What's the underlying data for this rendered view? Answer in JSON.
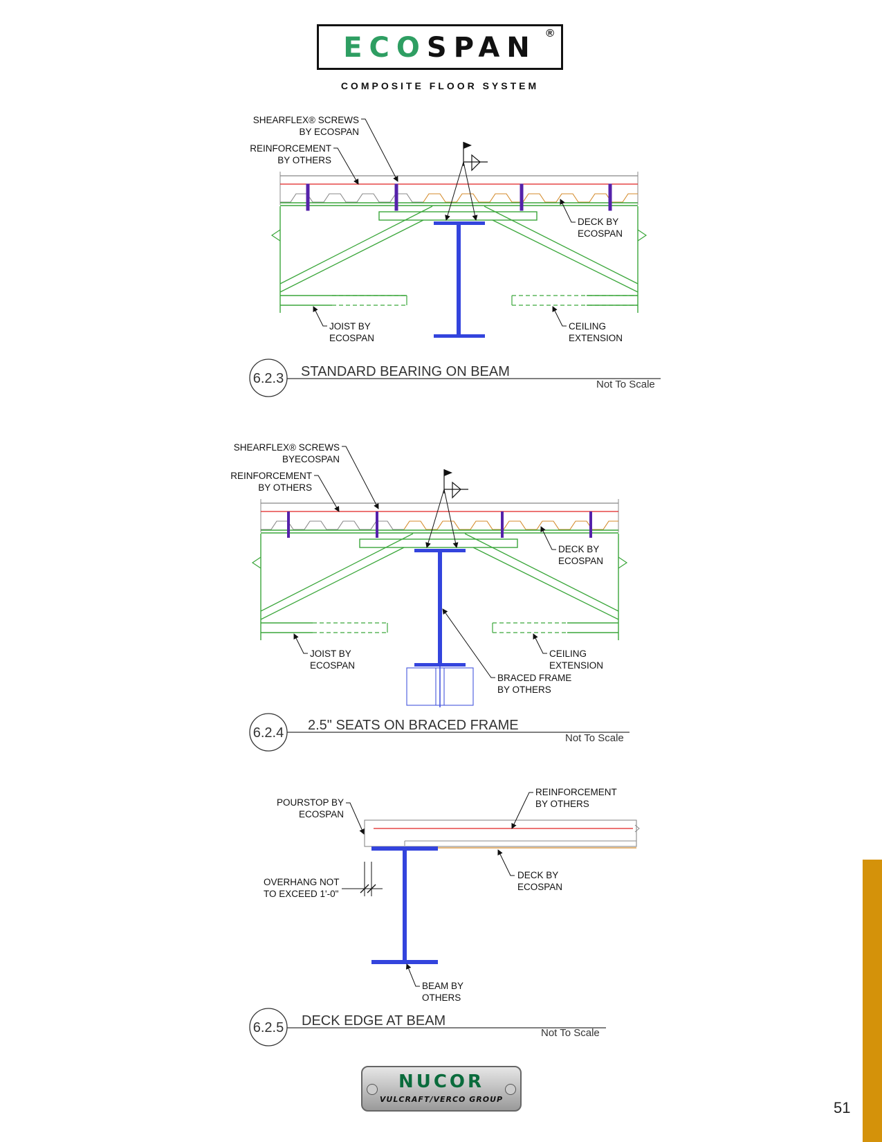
{
  "header": {
    "logo_eco": "ECO",
    "logo_span": "SPAN",
    "logo_reg": "®",
    "subtitle": "COMPOSITE FLOOR SYSTEM"
  },
  "details": [
    {
      "number": "6.2.3",
      "title": "STANDARD BEARING ON BEAM",
      "scale": "Not To Scale",
      "labels": {
        "screws_1": "SHEARFLEX® SCREWS",
        "screws_2": "BY ECOSPAN",
        "reinf_1": "REINFORCEMENT",
        "reinf_2": "BY OTHERS",
        "deck_1": "DECK BY",
        "deck_2": "ECOSPAN",
        "joist_1": "JOIST BY",
        "joist_2": "ECOSPAN",
        "ceiling_1": "CEILING",
        "ceiling_2": "EXTENSION"
      }
    },
    {
      "number": "6.2.4",
      "title": "2.5\" SEATS ON BRACED FRAME",
      "scale": "Not To Scale",
      "labels": {
        "screws_1": "SHEARFLEX® SCREWS",
        "screws_2": "BYECOSPAN",
        "reinf_1": "REINFORCEMENT",
        "reinf_2": "BY OTHERS",
        "deck_1": "DECK BY",
        "deck_2": "ECOSPAN",
        "joist_1": "JOIST BY",
        "joist_2": "ECOSPAN",
        "ceiling_1": "CEILING",
        "ceiling_2": "EXTENSION",
        "braced_1": "BRACED FRAME",
        "braced_2": "BY OTHERS"
      }
    },
    {
      "number": "6.2.5",
      "title": "DECK EDGE AT BEAM",
      "scale": "Not To Scale",
      "labels": {
        "pourstop_1": "POURSTOP BY",
        "pourstop_2": "ECOSPAN",
        "reinf_1": "REINFORCEMENT",
        "reinf_2": "BY OTHERS",
        "overhang_1": "OVERHANG NOT",
        "overhang_2": "TO EXCEED 1'-0\"",
        "deck_1": "DECK BY",
        "deck_2": "ECOSPAN",
        "beam_1": "BEAM BY",
        "beam_2": "OTHERS"
      }
    }
  ],
  "footer": {
    "nucor_name": "NUCOR",
    "nucor_sub": "VULCRAFT/VERCO GROUP",
    "page_number": "51"
  },
  "colors": {
    "joist": "#3aa63a",
    "beam": "#3344dd",
    "rebar": "#e02020",
    "deck_orange": "#d48a2a",
    "screw": "#5522aa",
    "tab": "#d4920a"
  }
}
